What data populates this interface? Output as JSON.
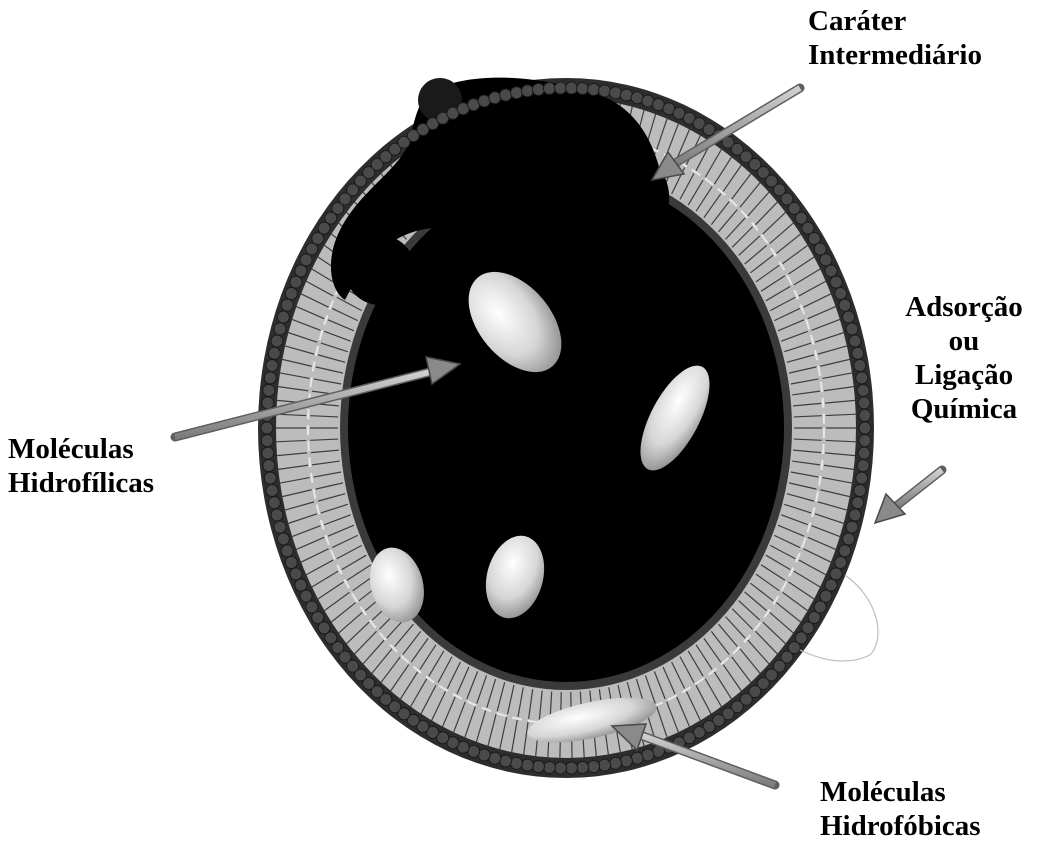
{
  "labels": {
    "carater": {
      "line1": "Caráter",
      "line2": "Intermediário"
    },
    "adsorcao": {
      "line1": "Adsorção",
      "line2": "ou",
      "line3": "Ligação",
      "line4": "Química"
    },
    "hidrofilicas": {
      "line1": "Moléculas",
      "line2": "Hidrofílicas"
    },
    "hidrofobicas": {
      "line1": "Moléculas",
      "line2": "Hidrofóbicas"
    }
  },
  "colors": {
    "core": "#000000",
    "head_groups": "#2a2a2a",
    "lipid_tails": "#bdbdbd",
    "molecule": "#d9d9d9",
    "arrow": "#9a9a9a"
  }
}
